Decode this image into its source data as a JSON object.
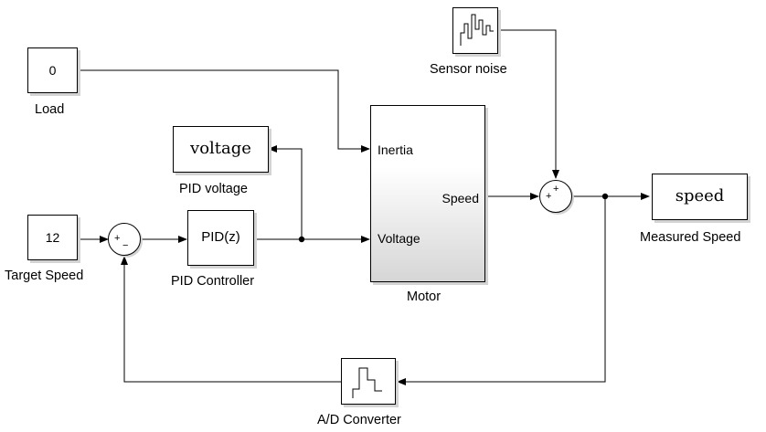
{
  "blocks": {
    "load": {
      "value": "0",
      "label": "Load"
    },
    "target_speed": {
      "value": "12",
      "label": "Target Speed"
    },
    "pid_voltage": {
      "value": "voltage",
      "label": "PID voltage"
    },
    "pid_controller": {
      "value": "PID(z)",
      "label": "PID Controller"
    },
    "motor": {
      "label": "Motor",
      "ports": {
        "inertia": "Inertia",
        "voltage": "Voltage",
        "speed": "Speed"
      }
    },
    "sensor_noise": {
      "label": "Sensor noise"
    },
    "measured_speed": {
      "value": "speed",
      "label": "Measured Speed"
    },
    "ad_converter": {
      "label": "A/D Converter"
    }
  },
  "sums": {
    "error_sum": {
      "signs": [
        "+",
        "−"
      ]
    },
    "noise_sum": {
      "signs": [
        "+",
        "+"
      ]
    }
  }
}
